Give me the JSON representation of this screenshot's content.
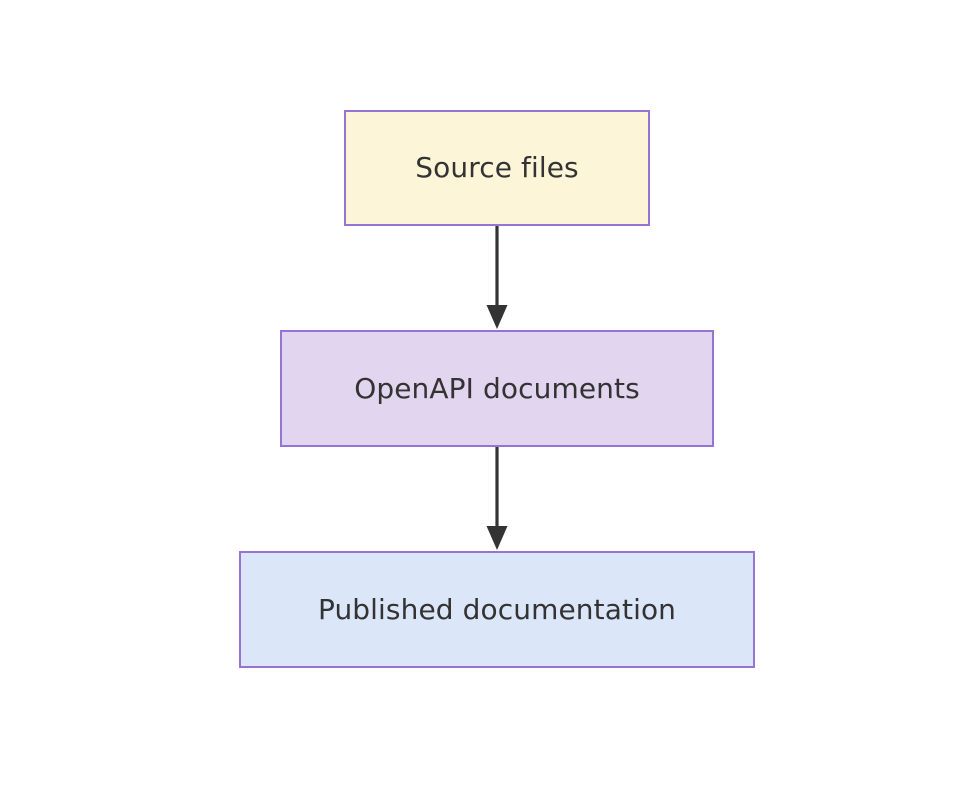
{
  "diagram": {
    "type": "flowchart",
    "direction": "top-to-bottom",
    "background_color": "#ffffff",
    "title": "",
    "nodes": [
      {
        "id": "source-files",
        "label": "Source files",
        "fill_color": "#fdf5d8",
        "border_color": "#9674d4",
        "text_color": "#333333"
      },
      {
        "id": "openapi-documents",
        "label": "OpenAPI documents",
        "fill_color": "#e2d5ef",
        "border_color": "#9674d4",
        "text_color": "#333333"
      },
      {
        "id": "published-documentation",
        "label": "Published documentation",
        "fill_color": "#dce6f9",
        "border_color": "#9674d4",
        "text_color": "#333333"
      }
    ],
    "edges": [
      {
        "id": "edge-source-to-openapi",
        "from": "source-files",
        "to": "openapi-documents",
        "label": "",
        "arrowhead": "filled-triangle",
        "color": "#333333"
      },
      {
        "id": "edge-openapi-to-published",
        "from": "openapi-documents",
        "to": "published-documentation",
        "label": "",
        "arrowhead": "filled-triangle",
        "color": "#333333"
      }
    ]
  }
}
